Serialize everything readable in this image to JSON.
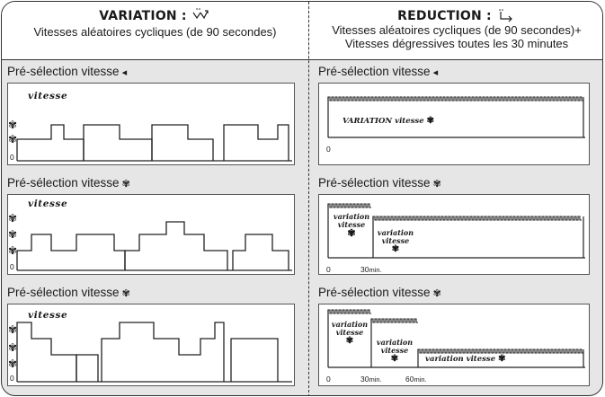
{
  "header": {
    "left": {
      "title": "VARIATION :",
      "sub": "Vitesses aléatoires cycliques (de 90 secondes)"
    },
    "right": {
      "title": "REDUCTION :",
      "sub1": "Vitesses aléatoires cycliques (de 90 secondes)+",
      "sub2": "Vitesses dégressives toutes les 30 minutes"
    }
  },
  "preselection_label": "Pré-sélection vitesse",
  "icons": {
    "fan_small": "◂",
    "fan": "✾"
  },
  "left_panels": {
    "ylabel": "vitesse",
    "zero": "0"
  },
  "right_panels": {
    "zero": "0",
    "p1": {
      "label": "VARIATION vitesse"
    },
    "p2": {
      "label1": "variation vitesse",
      "label2": "variation vitesse",
      "tick1": "30",
      "tick_unit": "min."
    },
    "p3": {
      "label1": "variation vitesse",
      "label2": "variation vitesse",
      "label3": "variation vitesse",
      "tick1": "30",
      "tick2": "60",
      "tick_unit": "min."
    }
  }
}
